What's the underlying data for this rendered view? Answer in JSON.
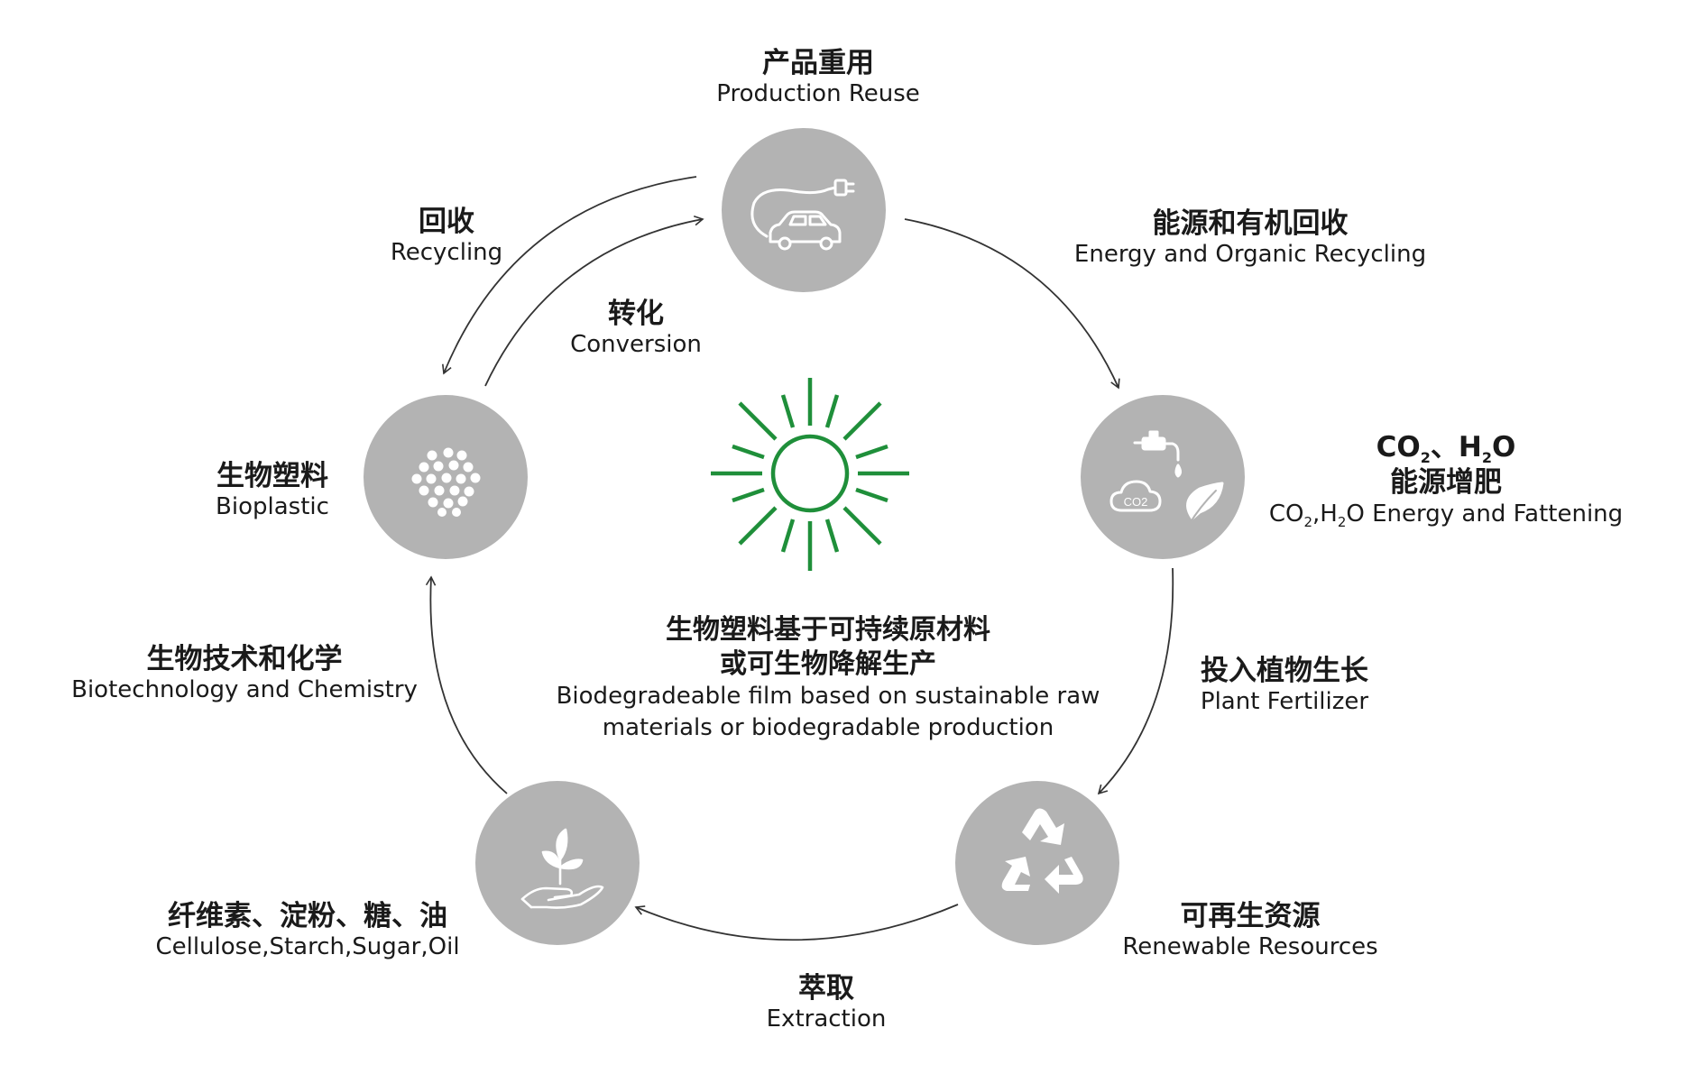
{
  "nodes": {
    "reuse": {
      "zh": "产品重用",
      "en": "Production Reuse",
      "icon": "electric-car-icon"
    },
    "energy": {
      "zh_line1_a": "CO",
      "zh_line1_sub1": "2",
      "zh_line1_b": "、H",
      "zh_line1_sub2": "2",
      "zh_line1_c": "O",
      "zh_line2": "能源增肥",
      "en_a": "CO",
      "en_sub1": "2",
      "en_b": ",H",
      "en_sub2": "2",
      "en_c": "O Energy and Fattening",
      "icon": "faucet-co2-leaf-icon"
    },
    "renewable": {
      "zh": "可再生资源",
      "en": "Renewable Resources",
      "icon": "recycle-icon"
    },
    "cellulose": {
      "zh": "纤维素、淀粉、糖、油",
      "en": "Cellulose,Starch,Sugar,Oil",
      "icon": "hand-sprout-icon"
    },
    "bioplastic": {
      "zh": "生物塑料",
      "en": "Bioplastic",
      "icon": "pellets-icon"
    }
  },
  "arrows": {
    "energy_recycling": {
      "zh": "能源和有机回收",
      "en": "Energy and Organic Recycling"
    },
    "plant_fertilizer": {
      "zh": "投入植物生长",
      "en": "Plant Fertilizer"
    },
    "extraction": {
      "zh": "萃取",
      "en": "Extraction"
    },
    "biotech": {
      "zh": "生物技术和化学",
      "en": "Biotechnology and Chemistry"
    },
    "recycling": {
      "zh": "回收",
      "en": "Recycling"
    },
    "conversion": {
      "zh": "转化",
      "en": "Conversion"
    }
  },
  "center": {
    "zh_line1": "生物塑料基于可持续原材料",
    "zh_line2": "或可生物降解生产",
    "en_line1": "Biodegradeable film based on sustainable raw",
    "en_line2": "materials or biodegradable production",
    "icon": "sun-icon"
  },
  "colors": {
    "circle": "#b3b3b3",
    "sun": "#1f8f3a",
    "arrow": "#333333",
    "icon": "#ffffff"
  }
}
